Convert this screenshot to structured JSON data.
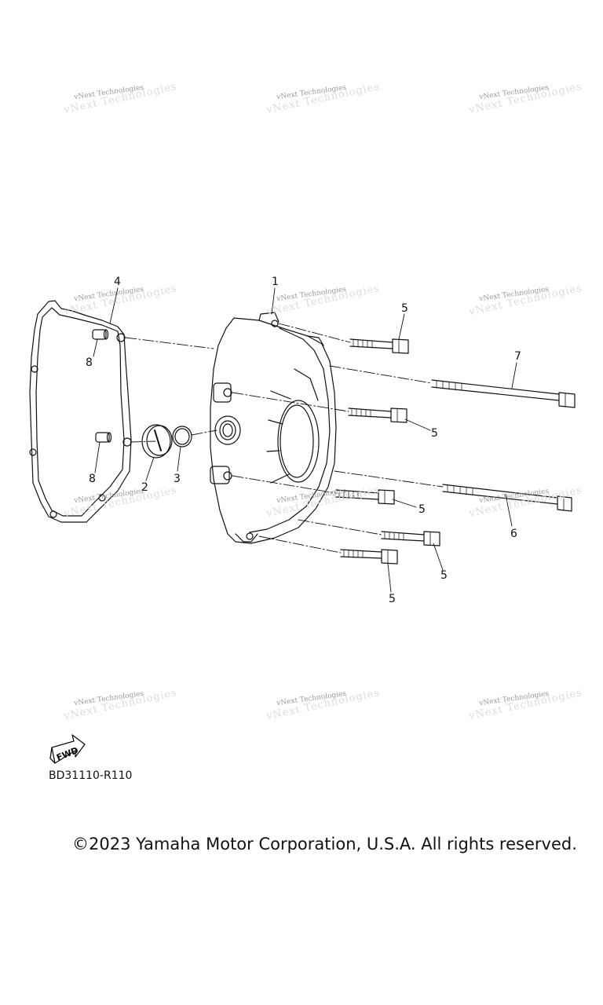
{
  "watermark": {
    "text": "vNext Technologies"
  },
  "callouts": {
    "crankcase_cover": "1",
    "plug": "2",
    "o_ring": "3",
    "gasket": "4",
    "bolt": "5",
    "bolt_long_lower": "6",
    "bolt_long_upper": "7",
    "dowel_pin": "8"
  },
  "fwd_label": "FWD",
  "diagram_code": "BD31110-R110",
  "copyright": "©2023 Yamaha Motor Corporation, U.S.A. All rights reserved."
}
